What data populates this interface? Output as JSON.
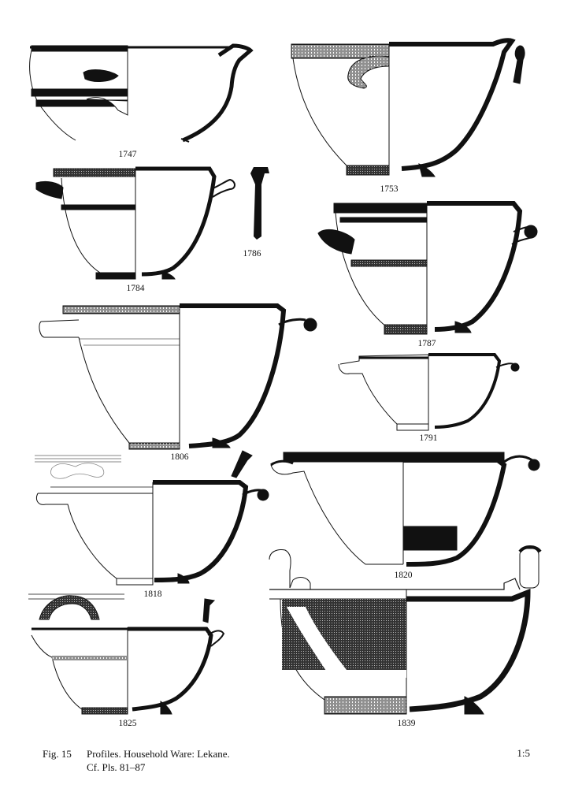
{
  "plate": {
    "labels": [
      "1747",
      "1753",
      "1784",
      "1786",
      "1787",
      "1806",
      "1791",
      "1818",
      "1820",
      "1825",
      "1839"
    ]
  },
  "caption": {
    "figure": "Fig. 15",
    "title": "Profiles. Household Ware: Lekane.",
    "cf": "Cf. Pls. 81–87"
  },
  "scale": "1:5"
}
